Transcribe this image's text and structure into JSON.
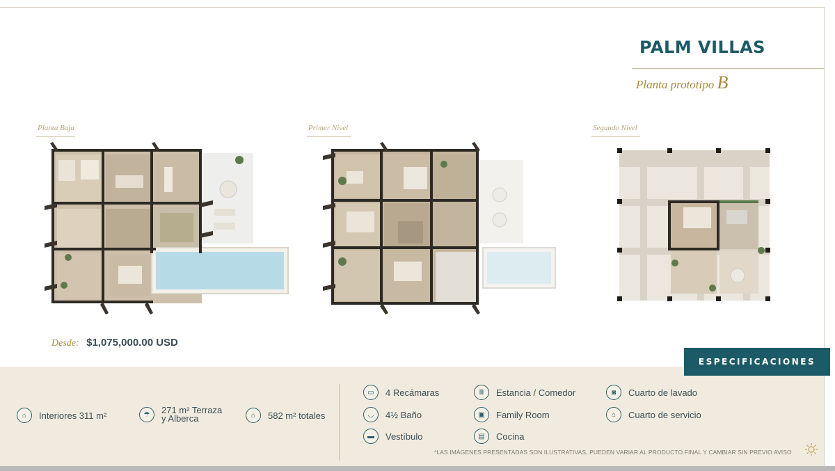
{
  "header": {
    "title": "PALM VILLAS",
    "subtitle_text": "Planta prototipo",
    "subtitle_letter": "B"
  },
  "plans": [
    {
      "label": "Planta Baja"
    },
    {
      "label": "Primer Nivel"
    },
    {
      "label": "Segundo Nivel"
    }
  ],
  "price": {
    "label": "Desde:",
    "value": "$1,075,000.00 USD"
  },
  "spec_button": {
    "label": "ESPECIFICACIONES"
  },
  "areas": {
    "interiores": "Interiores 311 m²",
    "terraza_line1": "271 m² Terraza",
    "terraza_line2": "y Alberca",
    "totales": "582 m² totales"
  },
  "features": {
    "recamaras": "4 Recámaras",
    "bano": "4½ Baño",
    "vestibulo": "Vestíbulo",
    "estancia": "Estancia / Comedor",
    "family": "Family Room",
    "cocina": "Cocina",
    "lavado": "Cuarto de lavado",
    "servicio": "Cuarto de servicio"
  },
  "disclaimer": "*LAS IMÁGENES PRESENTADAS SON ILUSTRATIVAS, PUEDEN VARIAR AL PRODUCTO FINAL Y CAMBIAR SIN PREVIO AVISO",
  "icons": {
    "accent": "#1d5a68",
    "gold": "#a98a3d"
  }
}
